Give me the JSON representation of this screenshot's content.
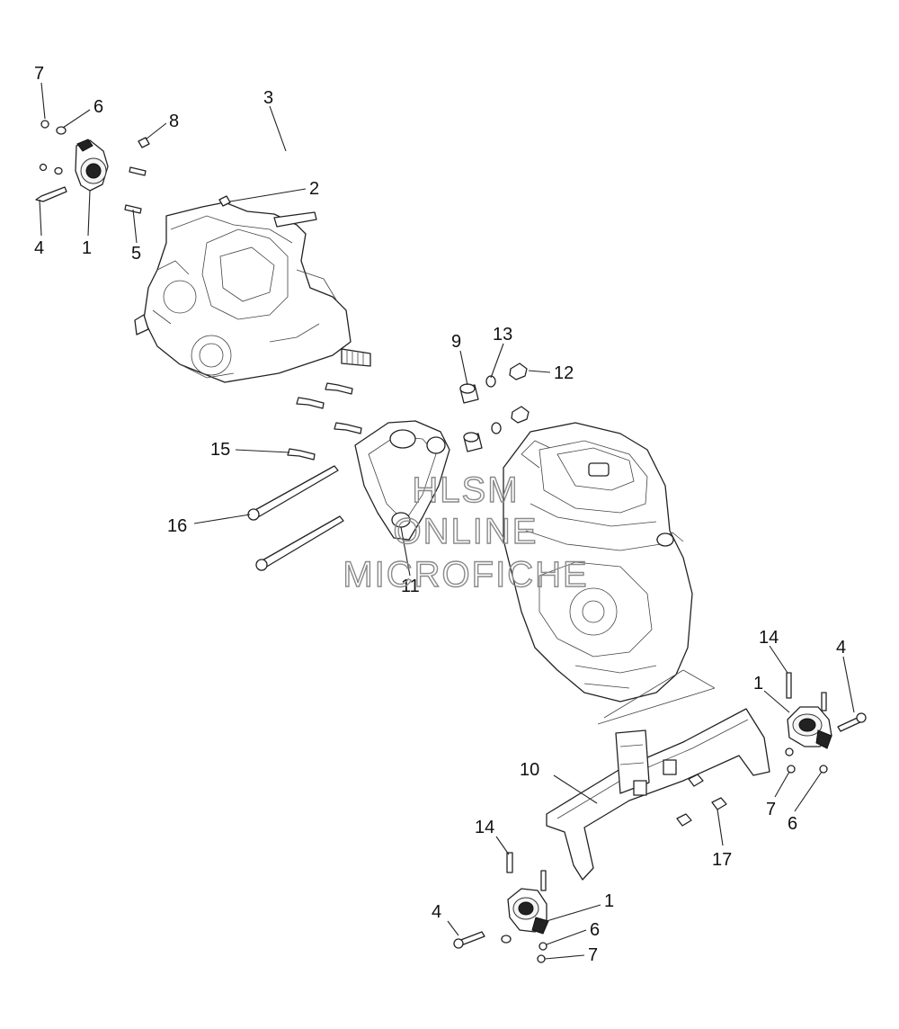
{
  "watermark": {
    "line1": "HLSM",
    "line2": "ONLINE",
    "line3": "MICROFICHE"
  },
  "callouts": [
    {
      "id": "c7a",
      "label": "7"
    },
    {
      "id": "c6a",
      "label": "6"
    },
    {
      "id": "c8",
      "label": "8"
    },
    {
      "id": "c3",
      "label": "3"
    },
    {
      "id": "c2",
      "label": "2"
    },
    {
      "id": "c4a",
      "label": "4"
    },
    {
      "id": "c1a",
      "label": "1"
    },
    {
      "id": "c5",
      "label": "5"
    },
    {
      "id": "c9",
      "label": "9"
    },
    {
      "id": "c13",
      "label": "13"
    },
    {
      "id": "c12",
      "label": "12"
    },
    {
      "id": "c15",
      "label": "15"
    },
    {
      "id": "c16",
      "label": "16"
    },
    {
      "id": "c11",
      "label": "11"
    },
    {
      "id": "c14a",
      "label": "14"
    },
    {
      "id": "c4b",
      "label": "4"
    },
    {
      "id": "c1b",
      "label": "1"
    },
    {
      "id": "c7b",
      "label": "7"
    },
    {
      "id": "c6b",
      "label": "6"
    },
    {
      "id": "c10",
      "label": "10"
    },
    {
      "id": "c17",
      "label": "17"
    },
    {
      "id": "c14b",
      "label": "14"
    },
    {
      "id": "c4c",
      "label": "4"
    },
    {
      "id": "c1c",
      "label": "1"
    },
    {
      "id": "c6c",
      "label": "6"
    },
    {
      "id": "c7c",
      "label": "7"
    }
  ]
}
